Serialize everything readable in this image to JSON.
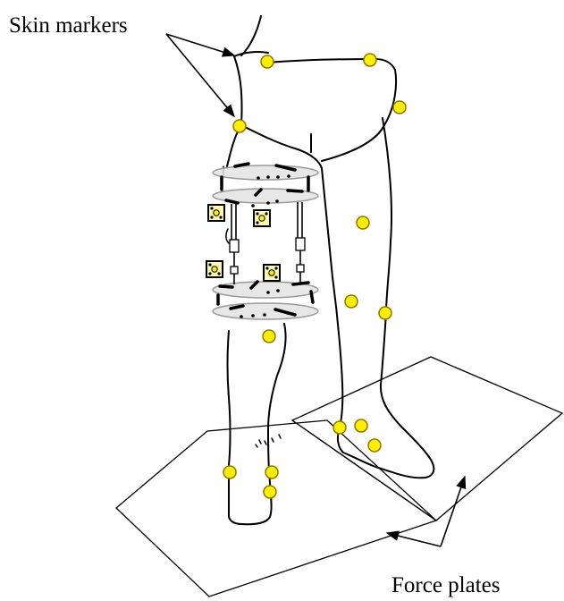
{
  "labels": {
    "skin_markers": "Skin markers",
    "force_plates": "Force plates"
  },
  "colors": {
    "marker_fill": "#ffee00",
    "marker_stroke": "#8a7a00",
    "line": "#000000"
  },
  "icons": {
    "skin_marker": "yellow-dot",
    "fixator_marker": "square-marker-plate"
  }
}
